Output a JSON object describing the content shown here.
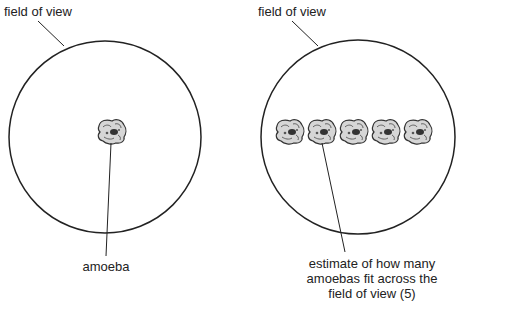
{
  "diagram": {
    "labels": [
      "field of view",
      "field of view",
      "amoeba",
      "estimate of how many amoebas fit across the field of view (5)"
    ]
  }
}
